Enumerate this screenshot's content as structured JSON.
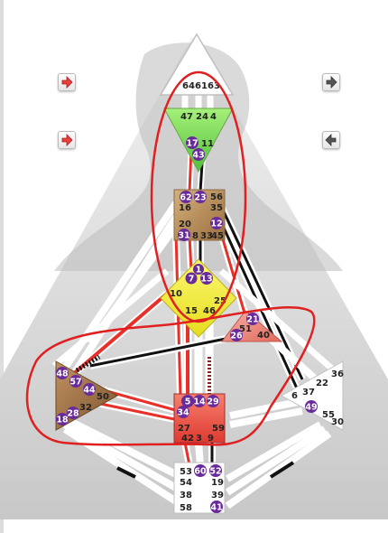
{
  "arrows": {
    "top_left": {
      "icon": "arrow-right-icon",
      "color": "#e8403a"
    },
    "mid_left": {
      "icon": "arrow-right-icon",
      "color": "#e8403a"
    },
    "top_right": {
      "icon": "arrow-right-icon",
      "color": "#555555"
    },
    "mid_right": {
      "icon": "arrow-left-icon",
      "color": "#555555"
    }
  },
  "centers": {
    "head": {
      "gates": [
        "64",
        "61",
        "63"
      ],
      "color": "#ffffff"
    },
    "ajna": {
      "gates": [
        "47",
        "24",
        "4",
        "17",
        "11",
        "43"
      ],
      "color": "#7ed957"
    },
    "throat": {
      "gates": [
        "62",
        "23",
        "56",
        "16",
        "35",
        "20",
        "12",
        "31",
        "8",
        "33",
        "45"
      ],
      "color": "#b48a5a"
    },
    "g": {
      "gates": [
        "1",
        "7",
        "13",
        "10",
        "25",
        "15",
        "46"
      ],
      "color": "#f5f03c"
    },
    "heart": {
      "gates": [
        "21",
        "51",
        "26",
        "40"
      ],
      "color": "#f08a80"
    },
    "spleen": {
      "gates": [
        "48",
        "57",
        "44",
        "50",
        "32",
        "28",
        "18"
      ],
      "color": "#a07448"
    },
    "sacral": {
      "gates": [
        "5",
        "14",
        "29",
        "34",
        "27",
        "59",
        "42",
        "3",
        "9"
      ],
      "color": "#f05a50"
    },
    "solar_plexus": {
      "gates": [
        "36",
        "22",
        "37",
        "6",
        "49",
        "55",
        "30"
      ],
      "color": "#ffffff"
    },
    "root": {
      "gates": [
        "53",
        "60",
        "52",
        "54",
        "19",
        "38",
        "39",
        "58",
        "41"
      ],
      "color": "#ffffff"
    }
  },
  "colors": {
    "defined": "#e8302a",
    "personality": "#111111",
    "activated_gate": "#6a2b9a",
    "highlight": "#e02020"
  }
}
